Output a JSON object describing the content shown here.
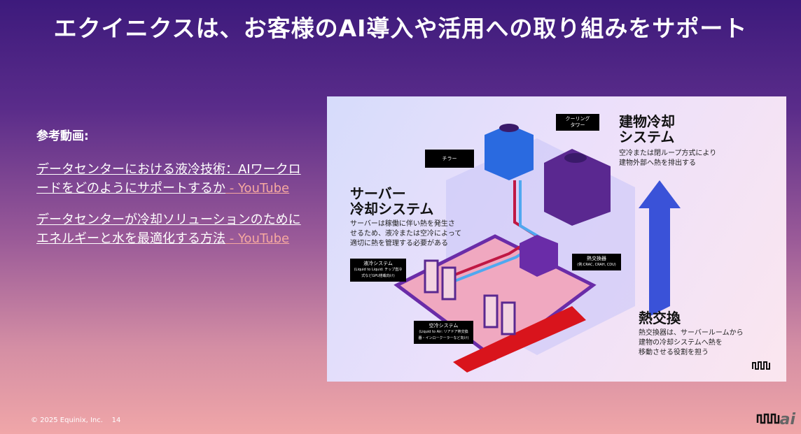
{
  "slide": {
    "title": "エクイニクスは、お客様のAI導入や活用への取り組みをサポート",
    "page_number": "14",
    "copyright": "© 2025 Equinix, Inc."
  },
  "references": {
    "heading": "参考動画:",
    "links": [
      {
        "text": "データセンターにおける液冷技術：AIワークロードをどのようにサポートするか",
        "suffix": " - YouTube"
      },
      {
        "text": "データセンターが冷却ソリューションのためにエネルギーと水を最適化する方法",
        "suffix": " - YouTube"
      }
    ]
  },
  "figure": {
    "building": {
      "title1": "建物冷却",
      "title2": "システム",
      "desc1": "空冷または閉ループ方式により",
      "desc2": "建物外部へ熱を排出する"
    },
    "server": {
      "title1": "サーバー",
      "title2": "冷却システム",
      "desc1": "サーバーは稼働に伴い熱を発生さ",
      "desc2": "せるため、液冷または空冷によって",
      "desc3": "適切に熱を管理する必要がある"
    },
    "exchange": {
      "title": "熱交換",
      "desc1": "熱交換器は、サーバールームから",
      "desc2": "建物の冷却システムへ熱を",
      "desc3": "移動させる役割を担う"
    },
    "tags": {
      "chiller": "チラー",
      "tower1": "クーリング",
      "tower2": "タワー",
      "hx": "熱交換器",
      "hx_sub": "(例:CRAC, CRAH, CDU)",
      "liquid": "液冷システム",
      "liquid_sub": "(Liquid to Liquid: チップ直冷式などGPU搭載向け)",
      "air": "空冷システム",
      "air_sub": "(Liquid to Air: リアドア熱交換器・インロークーラーなど向け)"
    }
  },
  "colors": {
    "accent_red": "#d9141c",
    "accent_blue": "#1e6fe0"
  },
  "logo": {
    "text": "ai"
  }
}
